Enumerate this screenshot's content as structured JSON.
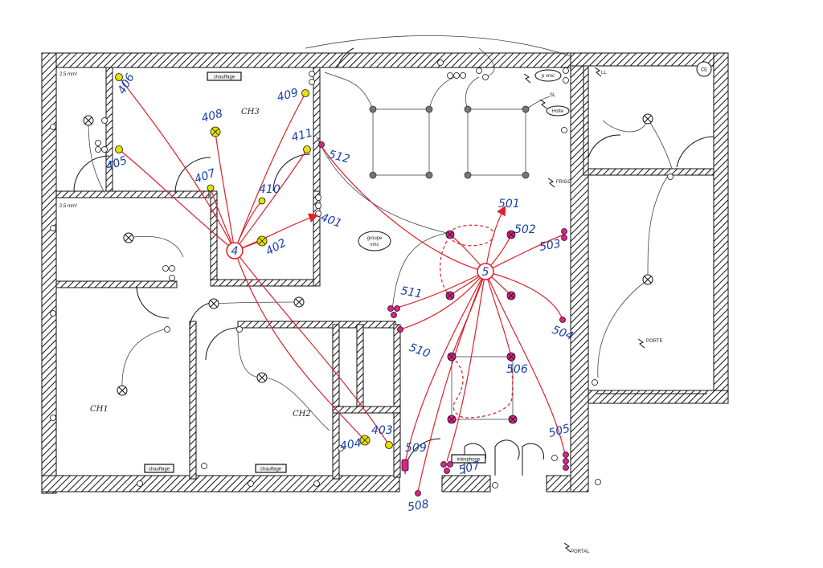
{
  "rooms": {
    "ch1": "CH1",
    "ch2": "CH2",
    "ch3": "CH3"
  },
  "labels": {
    "chauffage": "chauffage",
    "groupe_vmc_line1": "groupe",
    "groupe_vmc_line2": "vmc",
    "interphone": "interphone",
    "p_vmc": "p vmc",
    "section": "2,5 mm²",
    "frigo": "FRIGO",
    "porte": "PORTE",
    "portal": "PORTAL",
    "ce": "CE",
    "hotte": "Hotte",
    "ll": "LL",
    "sl": "SL"
  },
  "circuit_4": {
    "hub": "4",
    "points": [
      "401",
      "402",
      "403",
      "404",
      "405",
      "406",
      "407",
      "408",
      "409",
      "410",
      "411"
    ]
  },
  "circuit_5": {
    "hub": "5",
    "points": [
      "501",
      "502",
      "503",
      "504",
      "505",
      "506",
      "507",
      "508",
      "509",
      "510",
      "511",
      "512"
    ]
  },
  "colors": {
    "circuit_4_wire": "#e0202a",
    "circuit_4_mark": "#e8e000",
    "circuit_5_mark": "#e0208a",
    "ink": "#1a3fa8",
    "wall": "#111111"
  }
}
